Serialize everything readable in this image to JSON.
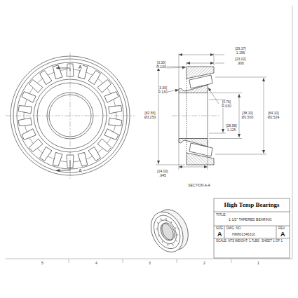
{
  "diagram": {
    "labels": [
      "A",
      "A",
      "[3.30]",
      "R.130",
      "[3.30]",
      "R.130",
      "[29.37]",
      "1.156",
      "[23.02]",
      ".906",
      "[0.76]",
      "R.030",
      "[82.55]",
      "Ø3.250",
      "[38.10]",
      "Ø1.500",
      "[64.10]",
      "Ø2.524",
      "[28.58]",
      "1.125",
      "[24.00]",
      ".945",
      "SECTION A-A",
      "High Temp Bearings",
      "TITLE:",
      "1-1/2\" TAPERED BEARING",
      "SIZE",
      "DWG. NO.",
      "REV",
      "A",
      "HM801346310",
      "A",
      "SCALE: NTS",
      "WEIGHT: 1.7LBS",
      "SHEET 1 OF 1",
      "5",
      "4",
      "3",
      "2",
      "1"
    ]
  }
}
